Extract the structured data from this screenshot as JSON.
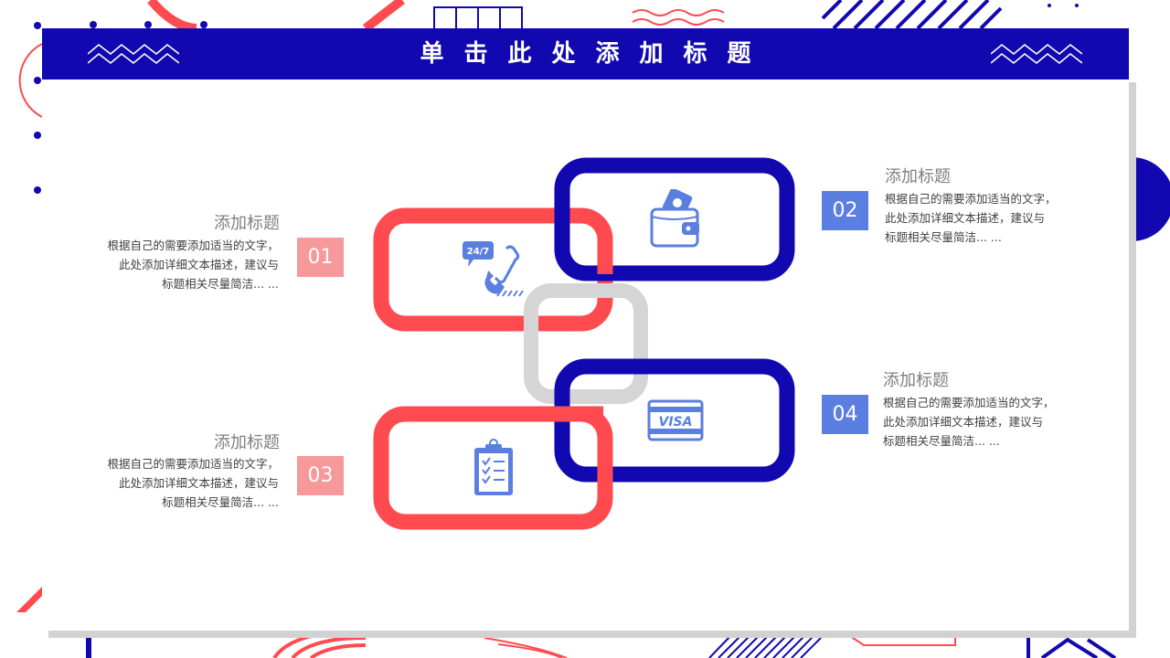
{
  "header": {
    "title": "单击此处添加标题"
  },
  "colors": {
    "primary_blue": "#1208b0",
    "accent_red": "#ff4b50",
    "soft_pink": "#f7989a",
    "soft_blue": "#5b7fe0",
    "gray": "#d5d5d5"
  },
  "items": [
    {
      "number": "01",
      "title": "添加标题",
      "desc": [
        "根据自己的需要添加适当的文字，",
        "此处添加详细文本描述，建议与",
        "标题相关尽量简洁... ..."
      ],
      "icon": "phone-24-7-icon"
    },
    {
      "number": "02",
      "title": "添加标题",
      "desc": [
        "根据自己的需要添加适当的文字，",
        "此处添加详细文本描述，建议与",
        "标题相关尽量简洁... ..."
      ],
      "icon": "wallet-icon"
    },
    {
      "number": "03",
      "title": "添加标题",
      "desc": [
        "根据自己的需要添加适当的文字，",
        "此处添加详细文本描述，建议与",
        "标题相关尽量简洁... ..."
      ],
      "icon": "clipboard-checklist-icon"
    },
    {
      "number": "04",
      "title": "添加标题",
      "desc": [
        "根据自己的需要添加适当的文字，",
        "此处添加详细文本描述，建议与",
        "标题相关尽量简洁... ..."
      ],
      "icon": "visa-card-icon"
    }
  ],
  "icon_text": {
    "phone_badge": "24/7",
    "visa": "VISA"
  }
}
